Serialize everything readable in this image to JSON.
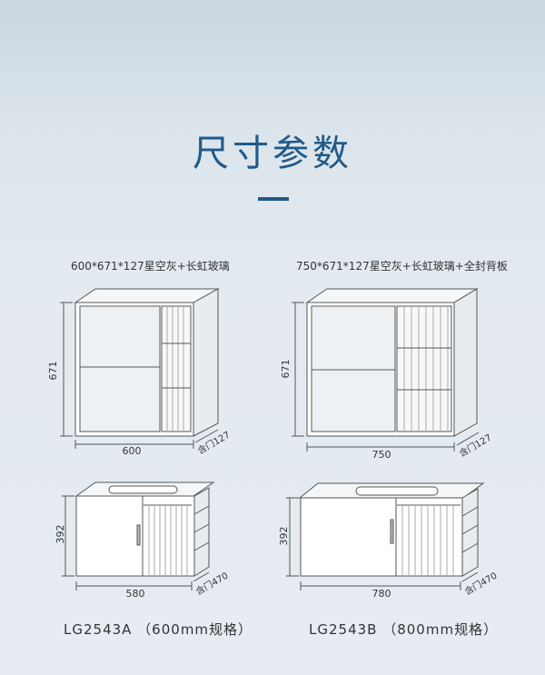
{
  "header": {
    "title": "尺寸参数"
  },
  "products": [
    {
      "spec": "600*671*127星空灰+长虹玻璃",
      "mirror": {
        "height": "671",
        "width": "600",
        "depth": "含门127"
      },
      "vanity": {
        "height": "392",
        "width": "580",
        "depth": "含门470"
      },
      "model": "LG2543A （600mm规格）"
    },
    {
      "spec": "750*671*127星空灰+长虹玻璃+全封背板",
      "mirror": {
        "height": "671",
        "width": "750",
        "depth": "含门127"
      },
      "vanity": {
        "height": "392",
        "width": "780",
        "depth": "含门470"
      },
      "model": "LG2543B （800mm规格）"
    }
  ],
  "colors": {
    "accent": "#1f5a8a",
    "line": "#555555"
  }
}
